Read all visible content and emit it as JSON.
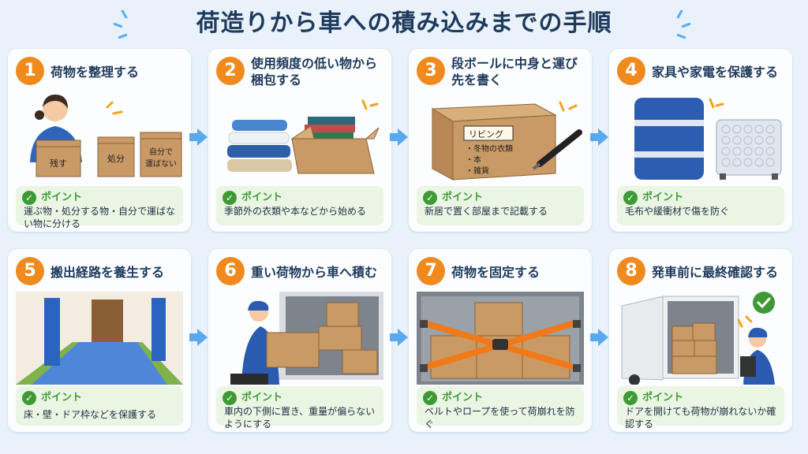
{
  "title": "荷造りから車への積み込みまでの手順",
  "point_label": "ポイント",
  "steps": [
    {
      "number": "1",
      "title": "荷物を整理する",
      "point": "運ぶ物・処分する物・自分で運ばない物に分ける",
      "illustration": {
        "box1": "残す",
        "box2": "処分",
        "box3_line1": "自分で",
        "box3_line2": "運ばない"
      }
    },
    {
      "number": "2",
      "title": "使用頻度の低い物から梱包する",
      "point": "季節外の衣類や本などから始める"
    },
    {
      "number": "3",
      "title": "段ボールに中身と運び先を書く",
      "point": "新居で置く部屋まで記載する",
      "illustration": {
        "label": "リビング",
        "item1": "・冬物の衣類",
        "item2": "・本",
        "item3": "・雑貨"
      }
    },
    {
      "number": "4",
      "title": "家具や家電を保護する",
      "point": "毛布や緩衝材で傷を防ぐ"
    },
    {
      "number": "5",
      "title": "搬出経路を養生する",
      "point": "床・壁・ドア枠などを保護する"
    },
    {
      "number": "6",
      "title": "重い荷物から車へ積む",
      "point": "車内の下側に置き、重量が偏らないようにする"
    },
    {
      "number": "7",
      "title": "荷物を固定する",
      "point": "ベルトやロープを使って荷崩れを防ぐ"
    },
    {
      "number": "8",
      "title": "発車前に最終確認する",
      "point": "ドアを開けても荷物が崩れないか確認する"
    }
  ],
  "colors": {
    "accent": "#f08a1e",
    "point_green": "#3f9a35",
    "title_navy": "#1f3a5c",
    "arrow_blue": "#58a9ef"
  }
}
